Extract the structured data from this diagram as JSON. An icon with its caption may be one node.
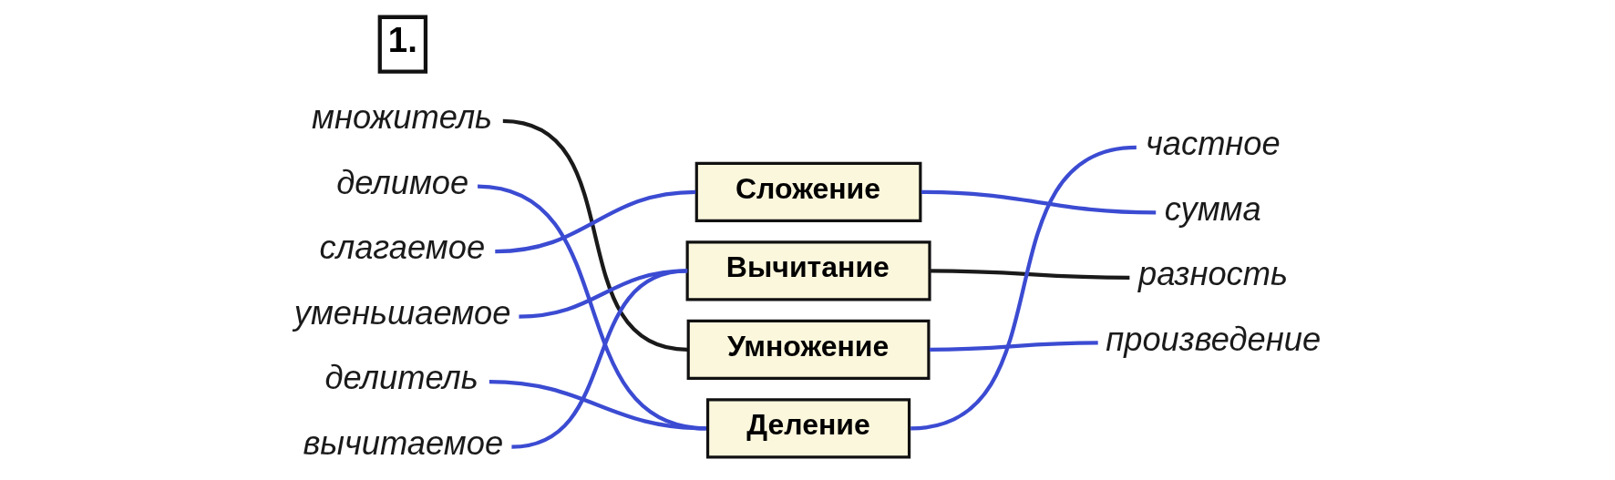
{
  "diagram": {
    "nodes": [
      {
        "text": [
          "множитель"
        ]
      },
      {
        "text": [
          "делимое"
        ]
      },
      {
        "text": [
          "слагаемое"
        ]
      },
      {
        "text": [
          "уменьшаемое"
        ]
      },
      {
        "text": [
          "делитель"
        ]
      },
      {
        "text": [
          "вычитаемое"
        ]
      },
      {
        "text": [
          "Сложение"
        ]
      },
      {
        "text": [
          "Вычитание"
        ]
      },
      {
        "text": [
          "Умножение"
        ]
      },
      {
        "text": [
          "Деление"
        ]
      },
      {
        "text": [
          "частное"
        ]
      },
      {
        "text": [
          "сумма"
        ]
      },
      {
        "text": [
          "разность"
        ]
      },
      {
        "text": [
          "произведение"
        ]
      }
    ],
    "edges": [
      {
        "from": 0,
        "to": 8,
        "arrow": "none",
        "color": "#1a1a1a"
      },
      {
        "from": 1,
        "to": 9,
        "arrow": "none"
      },
      {
        "from": 2,
        "to": 6,
        "arrow": "none"
      },
      {
        "from": 3,
        "to": 7,
        "arrow": "none"
      },
      {
        "from": 4,
        "to": 9,
        "arrow": "none"
      },
      {
        "from": 5,
        "to": 7,
        "arrow": "none"
      },
      {
        "from": 6,
        "to": 11,
        "arrow": "none"
      },
      {
        "from": 7,
        "to": 12,
        "arrow": "none",
        "color": "#1a1a1a"
      },
      {
        "from": 8,
        "to": 13,
        "arrow": "none"
      },
      {
        "from": 9,
        "to": 10,
        "arrow": "none"
      }
    ],
    "labels": [
      "1."
    ]
  }
}
